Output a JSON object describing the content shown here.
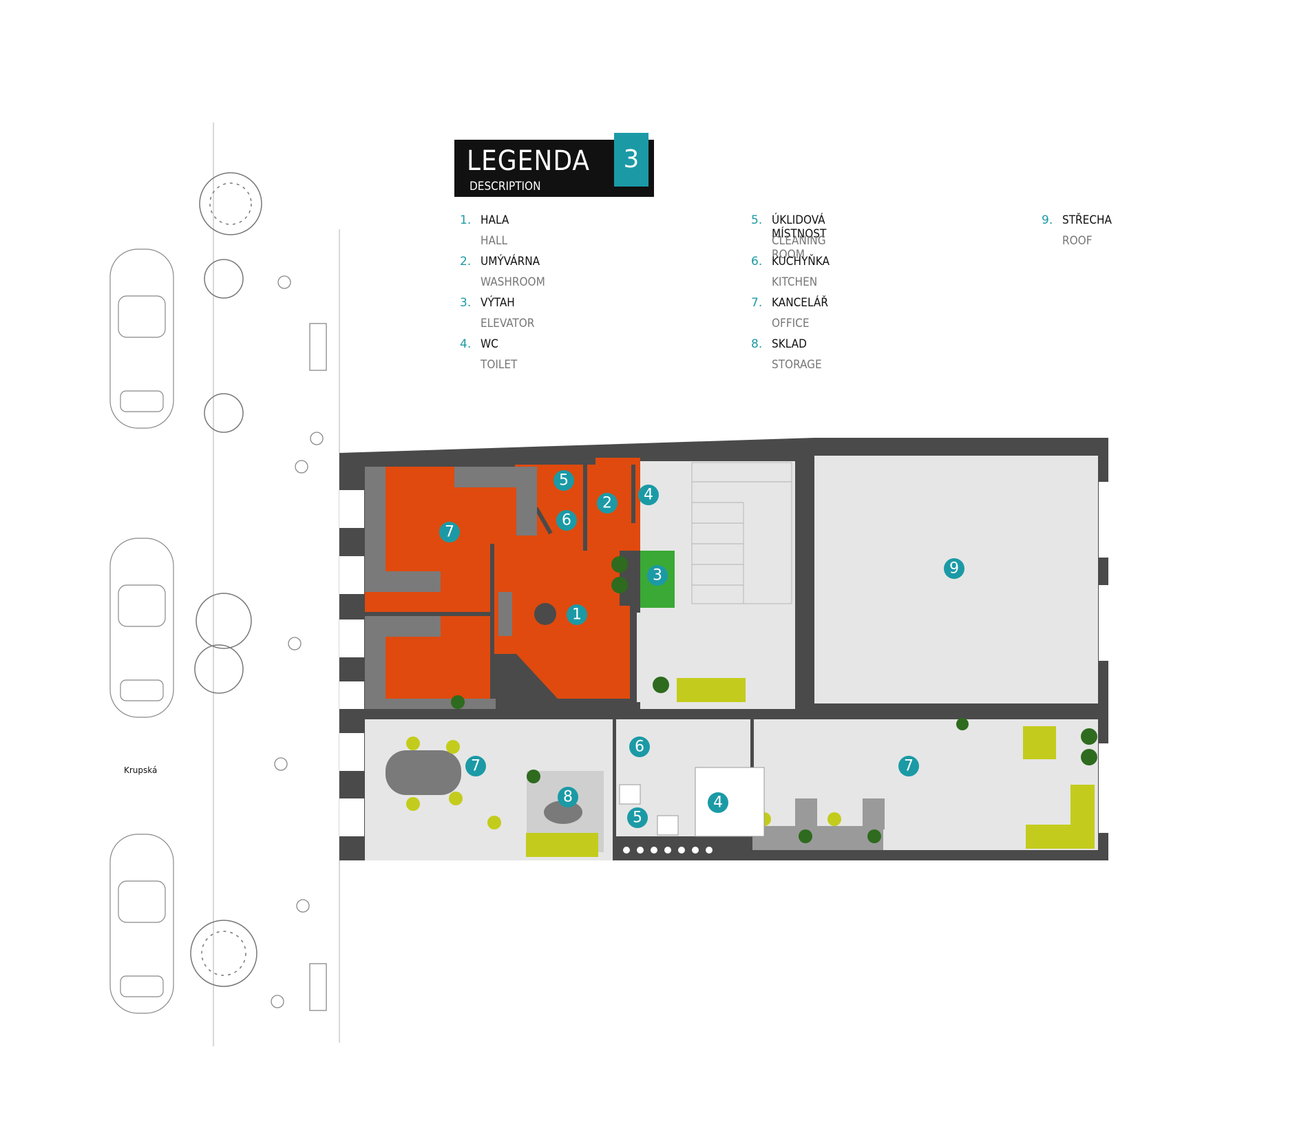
{
  "legend": {
    "title": "LEGENDA",
    "subtitle": "DESCRIPTION",
    "floor": "3",
    "items": [
      {
        "num": "1.",
        "name": "HALA",
        "en": "HALL"
      },
      {
        "num": "2.",
        "name": "UMÝVÁRNA",
        "en": "WASHROOM"
      },
      {
        "num": "3.",
        "name": "VÝTAH",
        "en": "ELEVATOR"
      },
      {
        "num": "4.",
        "name": "WC",
        "en": "TOILET"
      },
      {
        "num": "5.",
        "name": "ÚKLIDOVÁ MÍSTNOST",
        "en": "CLEANING ROOM"
      },
      {
        "num": "6.",
        "name": "KUCHYŇKA",
        "en": "KITCHEN"
      },
      {
        "num": "7.",
        "name": "KANCELÁŘ",
        "en": "OFFICE"
      },
      {
        "num": "8.",
        "name": "SKLAD",
        "en": "STORAGE"
      },
      {
        "num": "9.",
        "name": "STŘECHA",
        "en": "ROOF"
      }
    ]
  },
  "street": "Krupská",
  "markers": {
    "m1": "1",
    "m2": "2",
    "m3": "3",
    "m4a": "4",
    "m4b": "4",
    "m5a": "5",
    "m5b": "5",
    "m6a": "6",
    "m6b": "6",
    "m7a": "7",
    "m7b": "7",
    "m7c": "7",
    "m8": "8",
    "m9": "9"
  },
  "colors": {
    "accent": "#1b9aa6",
    "occupied": "#e04a0e",
    "elevator": "#3aa935",
    "wall": "#4a4a4a",
    "floor": "#e6e6e6",
    "furniture": "#c3cc1c"
  }
}
